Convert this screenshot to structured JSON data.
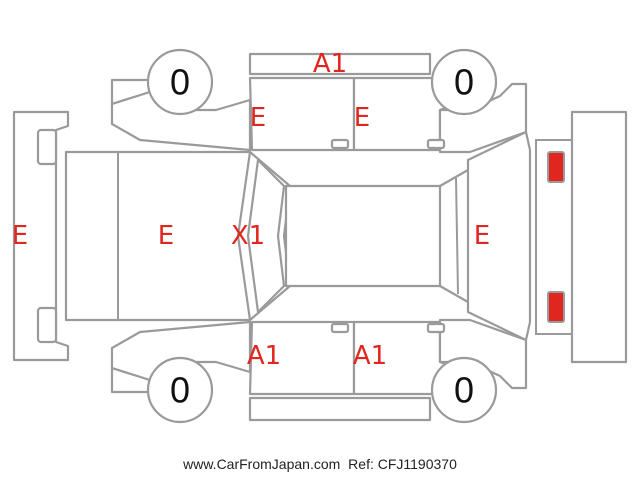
{
  "colors": {
    "outline": "#9a9a9a",
    "damage_code": "#e0261f",
    "yellow_lamp": "#ffee00",
    "red_lamp": "#e0261f"
  },
  "tires": {
    "front_left": "0",
    "front_right": "0",
    "rear_left": "0",
    "rear_right": "0"
  },
  "codes": {
    "roof_top": "A1",
    "front_left_door": "E",
    "rear_left_door": "E",
    "front_bumper": "E",
    "hood": "E",
    "windshield": "X1",
    "rear_panel": "E",
    "front_right_door": "A1",
    "rear_right_door": "A1"
  },
  "footer": {
    "site": "www.CarFromJapan.com",
    "ref": "Ref: CFJ1190370"
  }
}
